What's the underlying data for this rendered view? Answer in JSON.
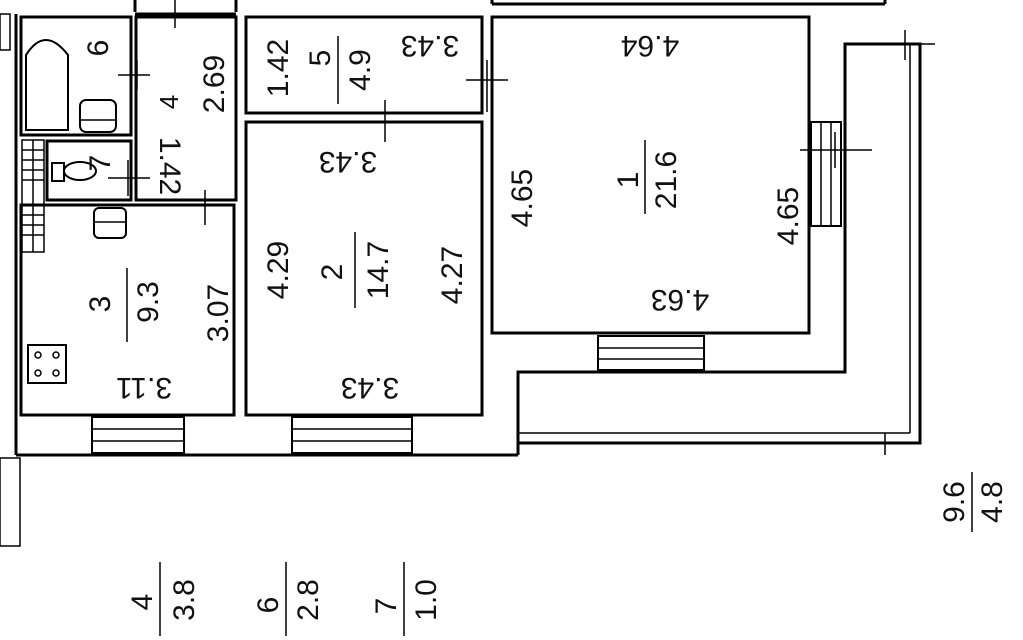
{
  "rooms": {
    "r1": {
      "number": "1",
      "area": "21.6",
      "dim_top": "4.64",
      "dim_left": "4.65",
      "dim_right": "4.65",
      "dim_bottom": "4.63"
    },
    "r2": {
      "number": "2",
      "area": "14.7",
      "dim_top": "3.43",
      "dim_left": "4.29",
      "dim_right": "4.27",
      "dim_bottom": "3.43"
    },
    "r3": {
      "number": "3",
      "area": "9.3",
      "dim_right": "3.07",
      "dim_bottom": "3.11"
    },
    "r4": {
      "number": "4",
      "dim_right": "2.69",
      "dim_bottom": "1.42"
    },
    "r5": {
      "number": "5",
      "area": "4.9",
      "dim_left": "1.42",
      "dim_right": "3.43"
    },
    "r6": {
      "number": "6"
    },
    "r7": {
      "number": "7"
    }
  },
  "balcony": {
    "total": "9.6",
    "area": "4.8"
  },
  "summary": [
    {
      "number": "4",
      "area": "3.8"
    },
    {
      "number": "6",
      "area": "2.8"
    },
    {
      "number": "7",
      "area": "1.0"
    }
  ]
}
